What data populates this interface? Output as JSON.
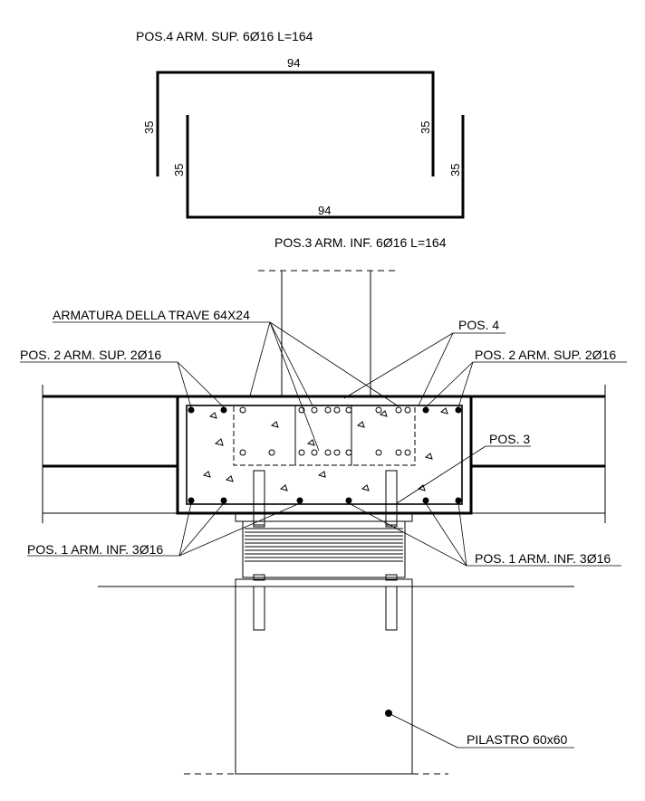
{
  "pos4": {
    "title": "POS.4 ARM. SUP. 6Ø16 L=164",
    "top_length": "94",
    "left_leg": "35",
    "right_leg": "35"
  },
  "pos3": {
    "title": "POS.3 ARM. INF. 6Ø16 L=164",
    "bottom_length": "94",
    "left_leg": "35",
    "right_leg": "35"
  },
  "section": {
    "beam_label": "ARMATURA DELLA TRAVE 64X24",
    "pos4_label": "POS. 4",
    "pos3_label": "POS. 3",
    "pos2_left": "POS. 2 ARM. SUP. 2Ø16",
    "pos2_right": "POS. 2 ARM. SUP. 2Ø16",
    "pos1_left": "POS. 1 ARM. INF. 3Ø16",
    "pos1_right": "POS. 1 ARM. INF. 3Ø16",
    "column_label": "PILASTRO 60x60"
  }
}
